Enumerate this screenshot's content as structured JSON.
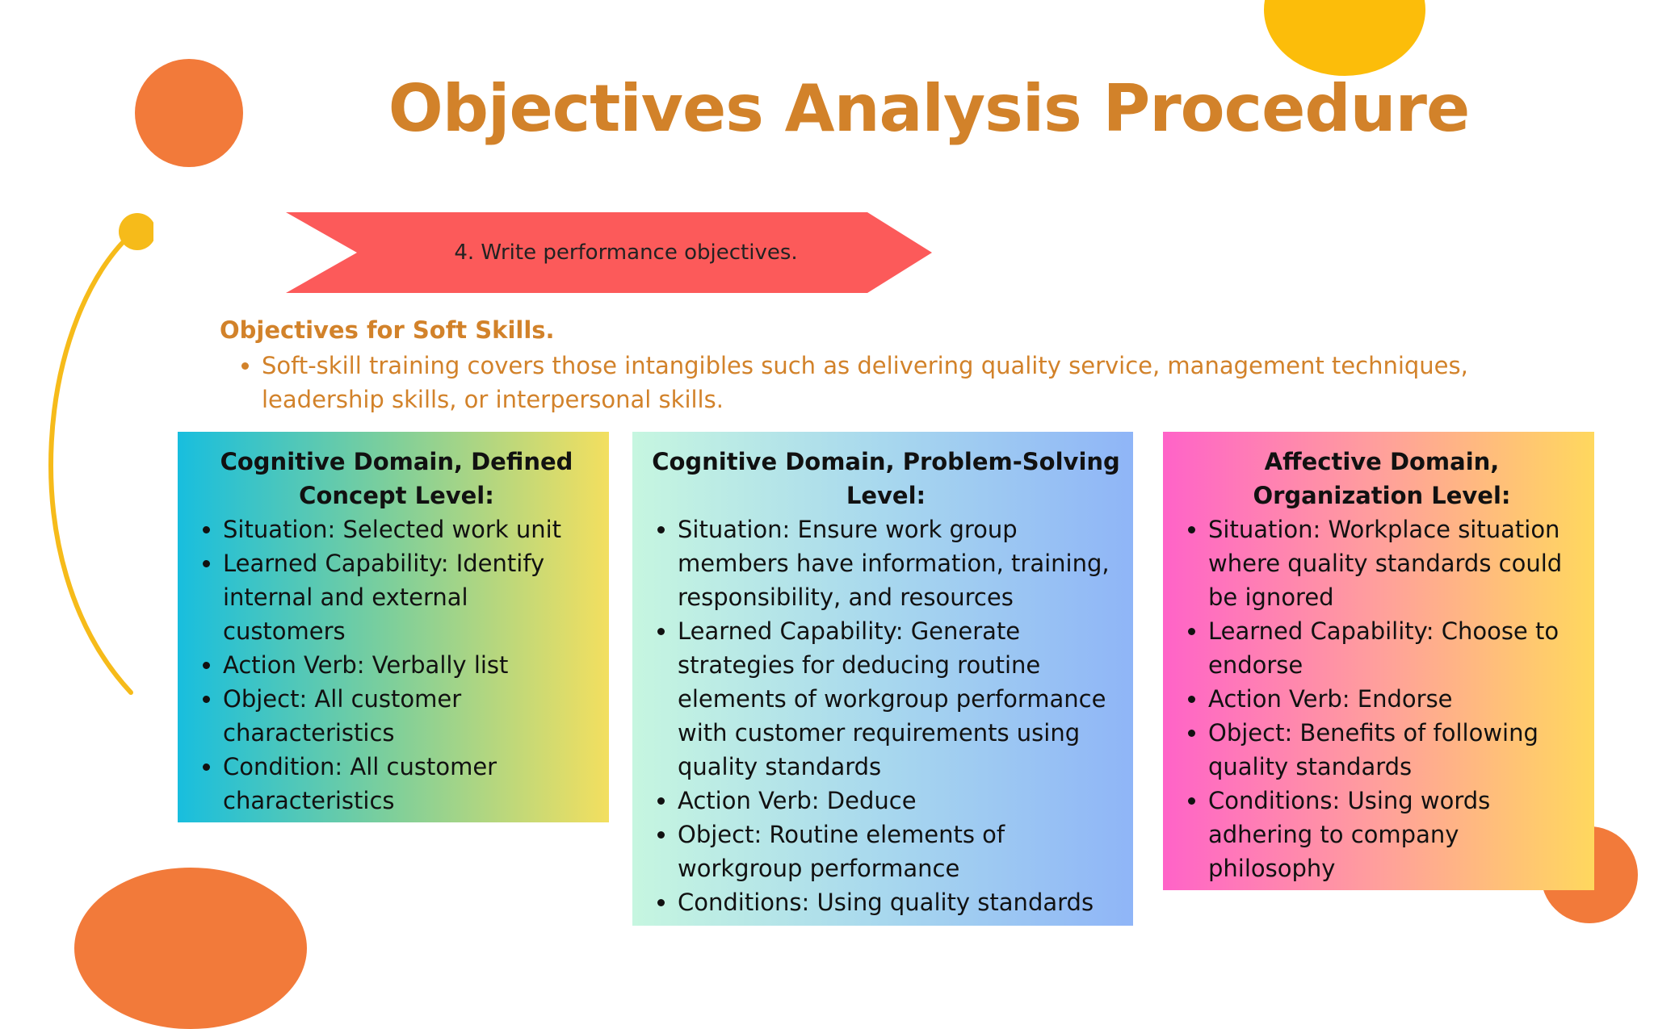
{
  "title": "Objectives Analysis Procedure",
  "step_banner": "4. Write performance objectives.",
  "section": {
    "heading": "Objectives for Soft Skills.",
    "bullets": [
      "Soft-skill training covers those intangibles such as delivering quality service, management techniques, leadership skills, or interpersonal skills."
    ]
  },
  "cards": [
    {
      "title": "Cognitive Domain, Defined Concept Level:",
      "items": [
        "Situation: Selected work unit",
        "Learned Capability: Identify internal and external customers",
        "Action Verb: Verbally list",
        "Object: All customer characteristics",
        "Condition: All customer characteristics"
      ]
    },
    {
      "title": "Cognitive Domain, Problem-Solving Level:",
      "items": [
        "Situation: Ensure work group members have information, training, responsibility, and resources",
        "Learned Capability: Generate strategies for deducing routine elements of workgroup performance with customer requirements using quality standards",
        "Action Verb: Deduce",
        "Object: Routine elements of workgroup performance",
        "Conditions: Using quality standards"
      ]
    },
    {
      "title": "Affective Domain, Organization Level:",
      "items": [
        "Situation: Workplace situation where quality standards could be ignored",
        "Learned Capability: Choose to endorse",
        "Action Verb: Endorse",
        "Object: Benefits of following quality standards",
        "Conditions: Using words adhering to company philosophy"
      ]
    }
  ],
  "colors": {
    "title": "#d2822a",
    "banner": "#fc5a5a",
    "circle_orange": "#f27a3a",
    "circle_yellow": "#fcbd0a",
    "arc": "#f6bb1a"
  }
}
